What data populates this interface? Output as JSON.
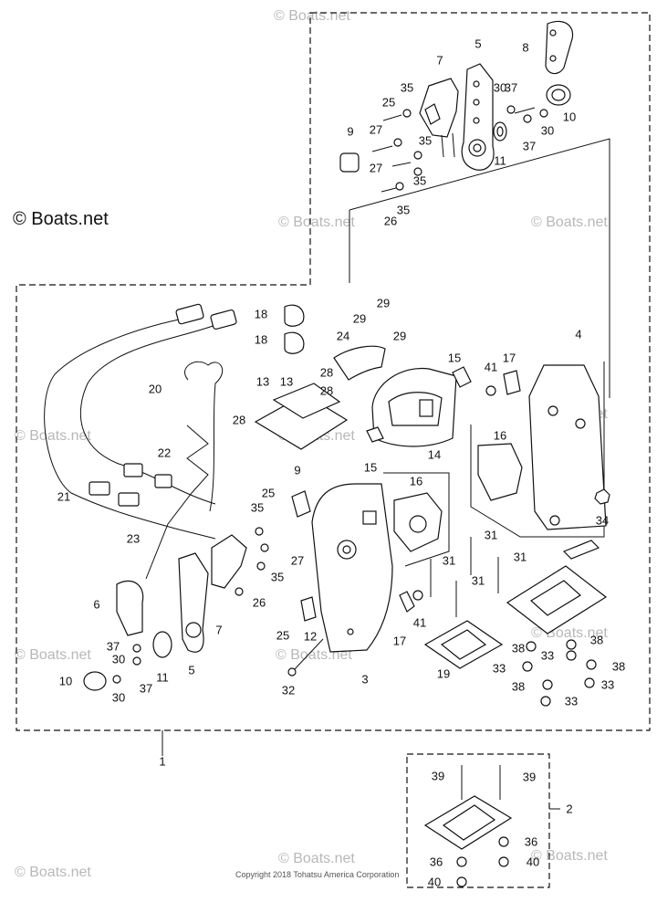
{
  "brand_watermark": "© Boats.net",
  "faint_watermark": "© Boats.net",
  "copyright": "Copyright 2018 Tohatsu America Corporation",
  "callouts": [
    "1",
    "2",
    "3",
    "4",
    "5",
    "5",
    "6",
    "7",
    "7",
    "8",
    "9",
    "9",
    "10",
    "10",
    "11",
    "11",
    "12",
    "13",
    "13",
    "14",
    "15",
    "15",
    "16",
    "16",
    "17",
    "17",
    "18",
    "18",
    "19",
    "20",
    "21",
    "22",
    "23",
    "24",
    "25",
    "25",
    "25",
    "26",
    "26",
    "27",
    "27",
    "27",
    "28",
    "28",
    "28",
    "29",
    "29",
    "29",
    "30",
    "30",
    "30",
    "30",
    "31",
    "31",
    "31",
    "31",
    "32",
    "33",
    "33",
    "33",
    "33",
    "34",
    "35",
    "35",
    "35",
    "35",
    "35",
    "35",
    "36",
    "36",
    "37",
    "37",
    "37",
    "37",
    "38",
    "38",
    "38",
    "38",
    "39",
    "39",
    "40",
    "40",
    "41",
    "41"
  ]
}
